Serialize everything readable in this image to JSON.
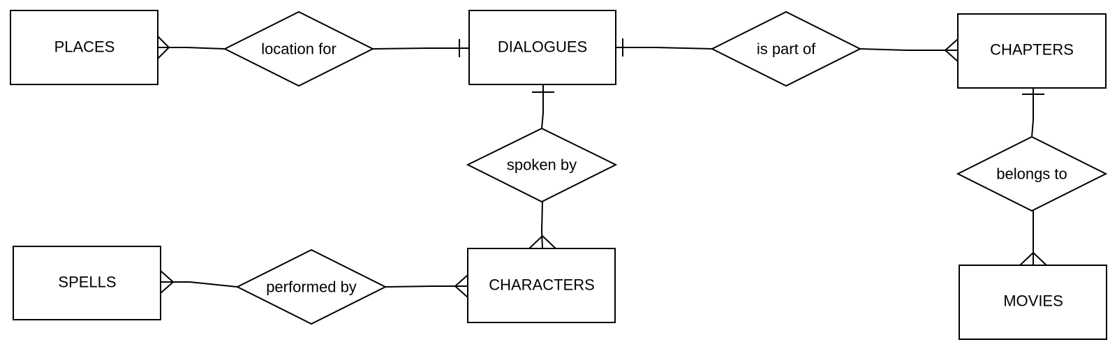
{
  "entities": {
    "places": "PLACES",
    "dialogues": "DIALOGUES",
    "chapters": "CHAPTERS",
    "characters": "CHARACTERS",
    "spells": "SPELLS",
    "movies": "MOVIES"
  },
  "relationships": {
    "location_for": "location for",
    "is_part_of": "is part of",
    "spoken_by": "spoken by",
    "belongs_to": "belongs to",
    "performed_by": "performed by"
  },
  "colors": {
    "stroke": "#000000",
    "fill": "#ffffff",
    "text": "#000000"
  }
}
